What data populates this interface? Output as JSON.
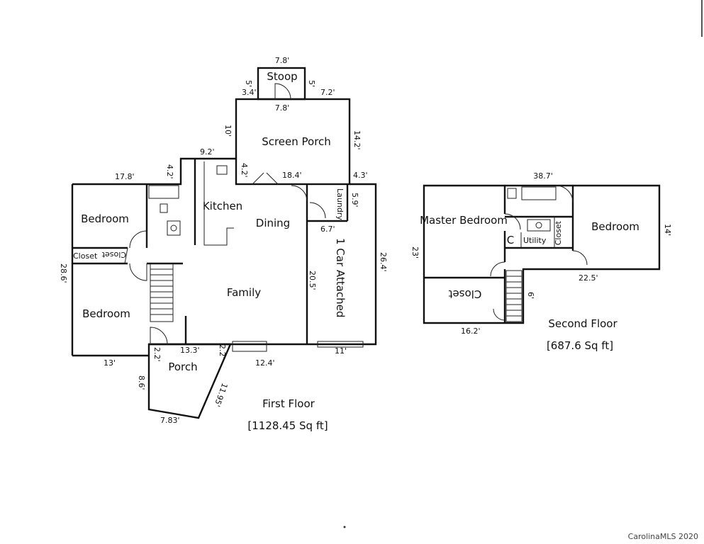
{
  "first_floor": {
    "caption": "First Floor",
    "area": "[1128.45 Sq ft]",
    "rooms": {
      "stoop": "Stoop",
      "screen_porch": "Screen Porch",
      "kitchen": "Kitchen",
      "dining": "Dining",
      "laundry": "Laundry",
      "bedroom_1": "Bedroom",
      "bedroom_2": "Bedroom",
      "closet_1": "Closet",
      "closet_2": "Closet",
      "family": "Family",
      "garage": "1 Car Attached",
      "porch": "Porch"
    },
    "dims": {
      "stoop_top": "7.8'",
      "stoop_left": "5'",
      "stoop_right": "5'",
      "d_3_4": "3.4'",
      "d_7_2": "7.2'",
      "sp_top": "7.8'",
      "sp_left": "10'",
      "sp_right": "14.2'",
      "d_9_2": "9.2'",
      "d_4_2a": "4.2'",
      "d_4_2b": "4.2'",
      "d_18_4": "18.4'",
      "d_4_3": "4.3'",
      "d_17_8": "17.8'",
      "d_5_9": "5.9'",
      "d_6_7": "6.7'",
      "d_26_4": "26.4'",
      "d_20_5": "20.5'",
      "d_28_6": "28.6'",
      "d_13": "13'",
      "d_2_2a": "2.2'",
      "d_13_3": "13.3'",
      "d_2_2b": "2.2'",
      "d_12_4": "12.4'",
      "d_11": "11'",
      "d_8_6": "8.6'",
      "d_11_95": "11.95'",
      "d_7_83": "7.83'"
    }
  },
  "second_floor": {
    "caption": "Second Floor",
    "area": "[687.6 Sq ft]",
    "rooms": {
      "master": "Master Bedroom",
      "bedroom": "Bedroom",
      "utility": "Utility",
      "c": "C",
      "closet_small": "Closet",
      "closet_big": "Closet"
    },
    "dims": {
      "top": "38.7'",
      "left": "23'",
      "right": "14'",
      "bottom_right": "22.5'",
      "bottom_left": "16.2'",
      "stair": "6'"
    }
  },
  "watermark": "CarolinaMLS 2020"
}
